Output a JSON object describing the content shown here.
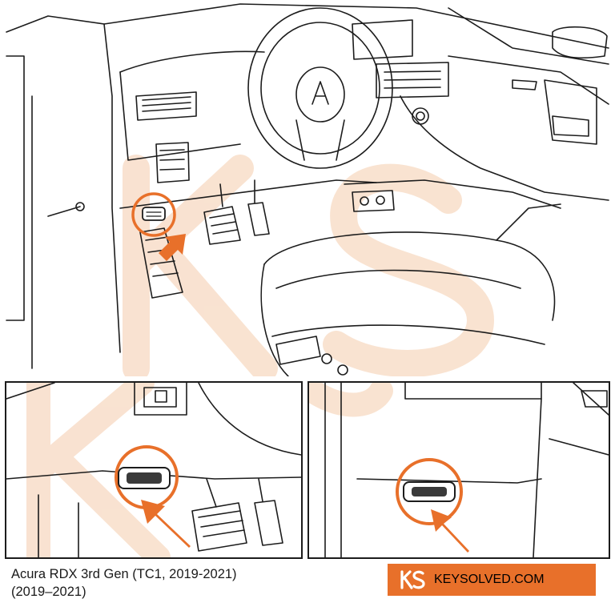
{
  "caption": {
    "line1": "Acura RDX 3rd Gen (TC1, 2019-2021)",
    "line2": "(2019–2021)"
  },
  "brand": {
    "name": "KEYSOLVED",
    "domain": ".COM",
    "color": "#e8702a"
  },
  "colors": {
    "accent": "#e8702a",
    "line": "#1c1c1c",
    "watermark": "#f7d9c2"
  },
  "icons": {
    "logo": "ks-monogram-icon",
    "pointer": "arrow-icon",
    "port": "obd-port-icon",
    "highlight": "highlight-circle-icon"
  }
}
